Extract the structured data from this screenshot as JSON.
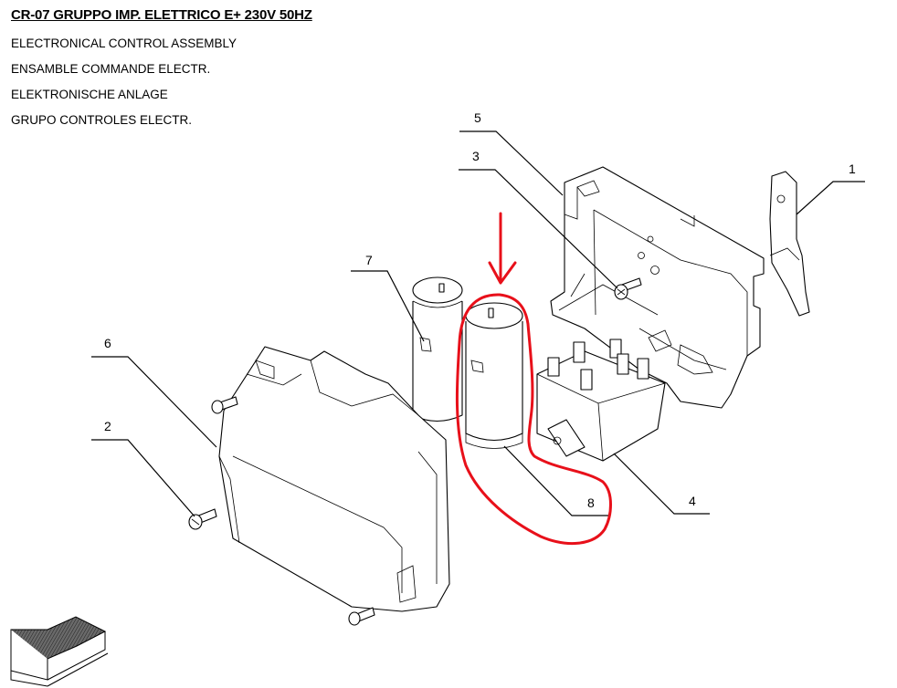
{
  "header": {
    "title": "CR-07 GRUPPO IMP. ELETTRICO E+ 230V 50HZ",
    "lines": [
      "ELECTRONICAL CONTROL ASSEMBLY",
      "ENSAMBLE COMMANDE ELECTR.",
      "ELEKTRONISCHE ANLAGE",
      "GRUPO CONTROLES ELECTR."
    ]
  },
  "callouts": [
    {
      "id": "1",
      "label": "1"
    },
    {
      "id": "2",
      "label": "2"
    },
    {
      "id": "3",
      "label": "3"
    },
    {
      "id": "4",
      "label": "4"
    },
    {
      "id": "5",
      "label": "5"
    },
    {
      "id": "6",
      "label": "6"
    },
    {
      "id": "7",
      "label": "7"
    },
    {
      "id": "8",
      "label": "8"
    }
  ],
  "annotation": {
    "color": "#e8101a",
    "highlighted_part": "8"
  },
  "colors": {
    "line": "#000000",
    "background": "#ffffff"
  }
}
